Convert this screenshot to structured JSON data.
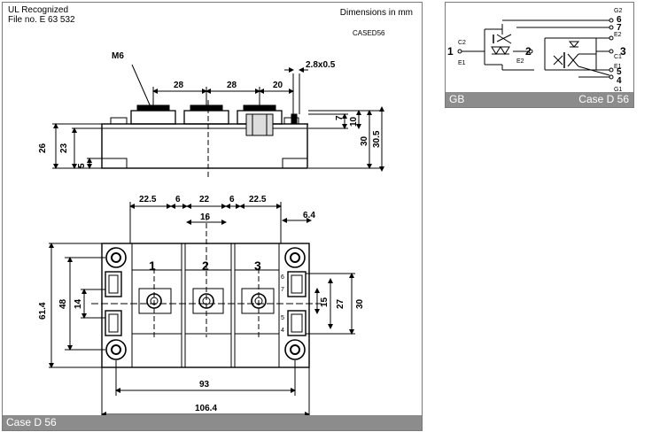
{
  "main": {
    "ul_line1": "UL Recognized",
    "ul_line2": "File no. E 63 532",
    "dimensions_note": "Dimensions in mm",
    "case_code": "CASED56",
    "caption": "Case D 56",
    "side_view": {
      "thread": "M6",
      "d_28a": "28",
      "d_28b": "28",
      "d_20": "20",
      "d_terminal": "2.8x0.5",
      "d_7": "7",
      "d_10": "10",
      "d_30": "30",
      "d_30_5": "30.5",
      "d_26": "26",
      "d_23": "23",
      "d_5": "5"
    },
    "top_view": {
      "d_22_5a": "22.5",
      "d_6a": "6",
      "d_22": "22",
      "d_6b": "6",
      "d_22_5b": "22.5",
      "d_16": "16",
      "d_6_4": "6.4",
      "d_61_4": "61.4",
      "d_48": "48",
      "d_14": "14",
      "d_15": "15",
      "d_27": "27",
      "d_30": "30",
      "d_93": "93",
      "d_106_4": "106.4",
      "term1": "1",
      "term2": "2",
      "term3": "3",
      "small_6": "6",
      "small_7": "7",
      "small_5": "5",
      "small_4": "4"
    }
  },
  "gb": {
    "caption_left": "GB",
    "caption_right": "Case D 56",
    "labels": {
      "G2": "G2",
      "six": "6",
      "seven": "7",
      "E2a": "E2",
      "C2": "C2",
      "one": "1",
      "E1a": "E1",
      "two": "2",
      "E2b": "E2",
      "three": "3",
      "C1": "C1",
      "E1b": "E1",
      "five": "5",
      "four": "4",
      "G1": "G1"
    }
  }
}
